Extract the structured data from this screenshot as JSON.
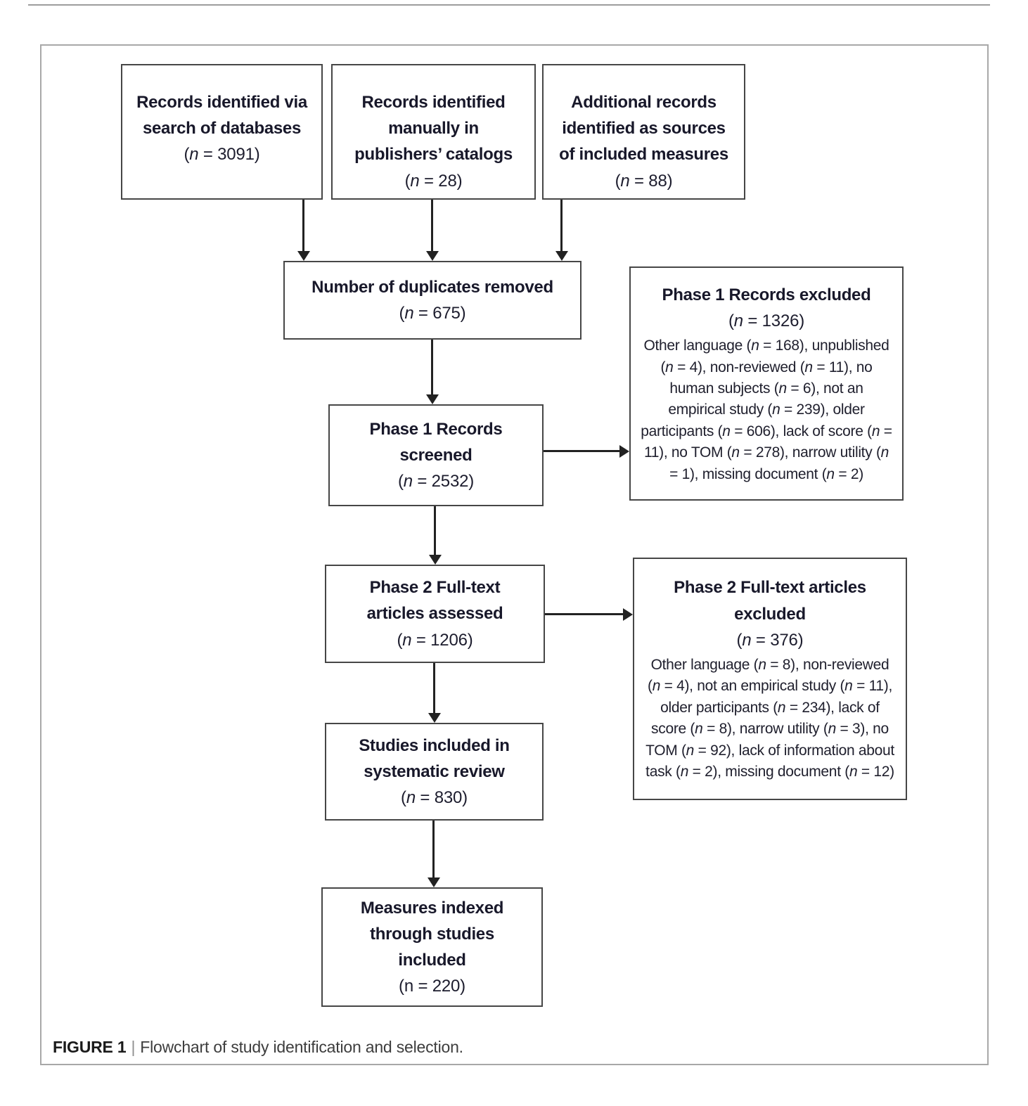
{
  "figure": {
    "caption": {
      "label": "FIGURE 1",
      "separator": "|",
      "text": "Flowchart of study identification and selection."
    }
  },
  "flowchart": {
    "box_records_databases": {
      "title": "Records identified via\nsearch of databases",
      "n_line": "(n = 3091)"
    },
    "box_records_manual": {
      "title": "Records identified\nmanually in\npublishers’ catalogs",
      "n_line": "(n = 28)"
    },
    "box_records_additional": {
      "title": "Additional records\nidentified as sources\nof included measures",
      "n_line": "(n = 88)"
    },
    "box_duplicates": {
      "title": "Number of duplicates removed",
      "n_line": "(n = 675)"
    },
    "box_phase1_screened": {
      "title": "Phase 1 Records\nscreened",
      "n_line": "(n = 2532)"
    },
    "box_phase1_excluded": {
      "title": "Phase 1 Records excluded",
      "n_line": "(n = 1326)",
      "details": "Other language (n = 168), unpublished (n = 4), non-reviewed (n = 11), no human subjects (n = 6), not an empirical study (n = 239), older participants (n = 606), lack of score (n = 11), no TOM (n = 278), narrow utility (n = 1), missing document (n = 2)"
    },
    "box_phase2_assessed": {
      "title": "Phase 2 Full-text\narticles assessed",
      "n_line": "(n = 1206)"
    },
    "box_phase2_excluded": {
      "title": "Phase 2 Full-text articles\nexcluded",
      "n_line": "(n = 376)",
      "details": "Other language (n = 8), non-reviewed (n = 4), not an empirical study (n = 11), older participants (n = 234), lack of score (n = 8), narrow utility (n = 3), no TOM (n = 92), lack of information about task (n = 2), missing document (n = 12)"
    },
    "box_included_review": {
      "title": "Studies included in\nsystematic review",
      "n_line": "(n = 830)"
    },
    "box_measures_indexed": {
      "title": "Measures indexed\nthrough studies\nincluded",
      "n_line": "(n = 220)"
    }
  }
}
